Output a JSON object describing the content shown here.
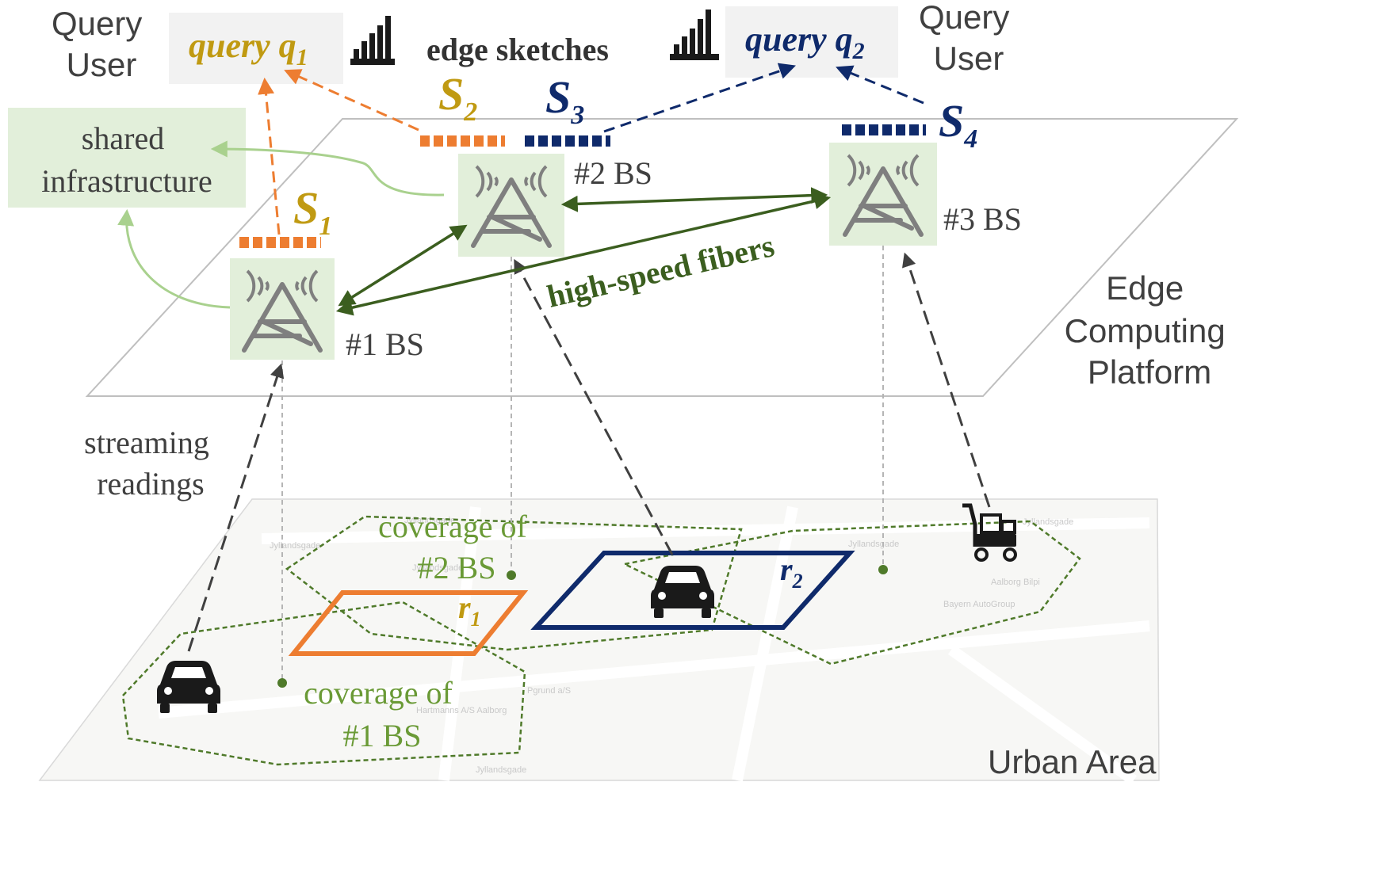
{
  "query_user_left": [
    "Query",
    "User"
  ],
  "query_user_right": [
    "Query",
    "User"
  ],
  "query_q1": {
    "prefix": "query q",
    "sub": "1"
  },
  "query_q2": {
    "prefix": "query q",
    "sub": "2"
  },
  "edge_sketches": "edge sketches",
  "sketches": [
    {
      "letter": "S",
      "sub": "1"
    },
    {
      "letter": "S",
      "sub": "2"
    },
    {
      "letter": "S",
      "sub": "3"
    },
    {
      "letter": "S",
      "sub": "4"
    }
  ],
  "shared_infrastructure": [
    "shared",
    "infrastructure"
  ],
  "base_stations": [
    "#1 BS",
    "#2 BS",
    "#3 BS"
  ],
  "high_speed_fibers": "high-speed fibers",
  "edge_platform": [
    "Edge",
    "Computing",
    "Platform"
  ],
  "streaming_readings": [
    "streaming",
    "readings"
  ],
  "coverage_1": [
    "coverage of",
    "#1 BS"
  ],
  "coverage_2": [
    "coverage of",
    "#2 BS"
  ],
  "region_r1": {
    "letter": "r",
    "sub": "1"
  },
  "region_r2": {
    "letter": "r",
    "sub": "2"
  },
  "urban_area": "Urban Area",
  "map_streets": [
    "Jyllandsgade",
    "Jyllandsgade",
    "Jyllandsgade",
    "Jyllandsgade",
    "Jyllandsgade",
    "Aalborg Bilpi",
    "Bayern AutoGroup",
    "Pgrund a/S",
    "Hartmanns A/S Aalborg",
    "Jyllandsgade"
  ],
  "colors": {
    "orange": "#ed7d31",
    "gold": "#c09a12",
    "navy": "#0f2a6b",
    "dark_green": "#3b5e1f",
    "light_green": "#a9d18e",
    "bs_fill": "#e2efda",
    "coverage_green": "#4f7a2a",
    "gray_text": "#404040"
  }
}
